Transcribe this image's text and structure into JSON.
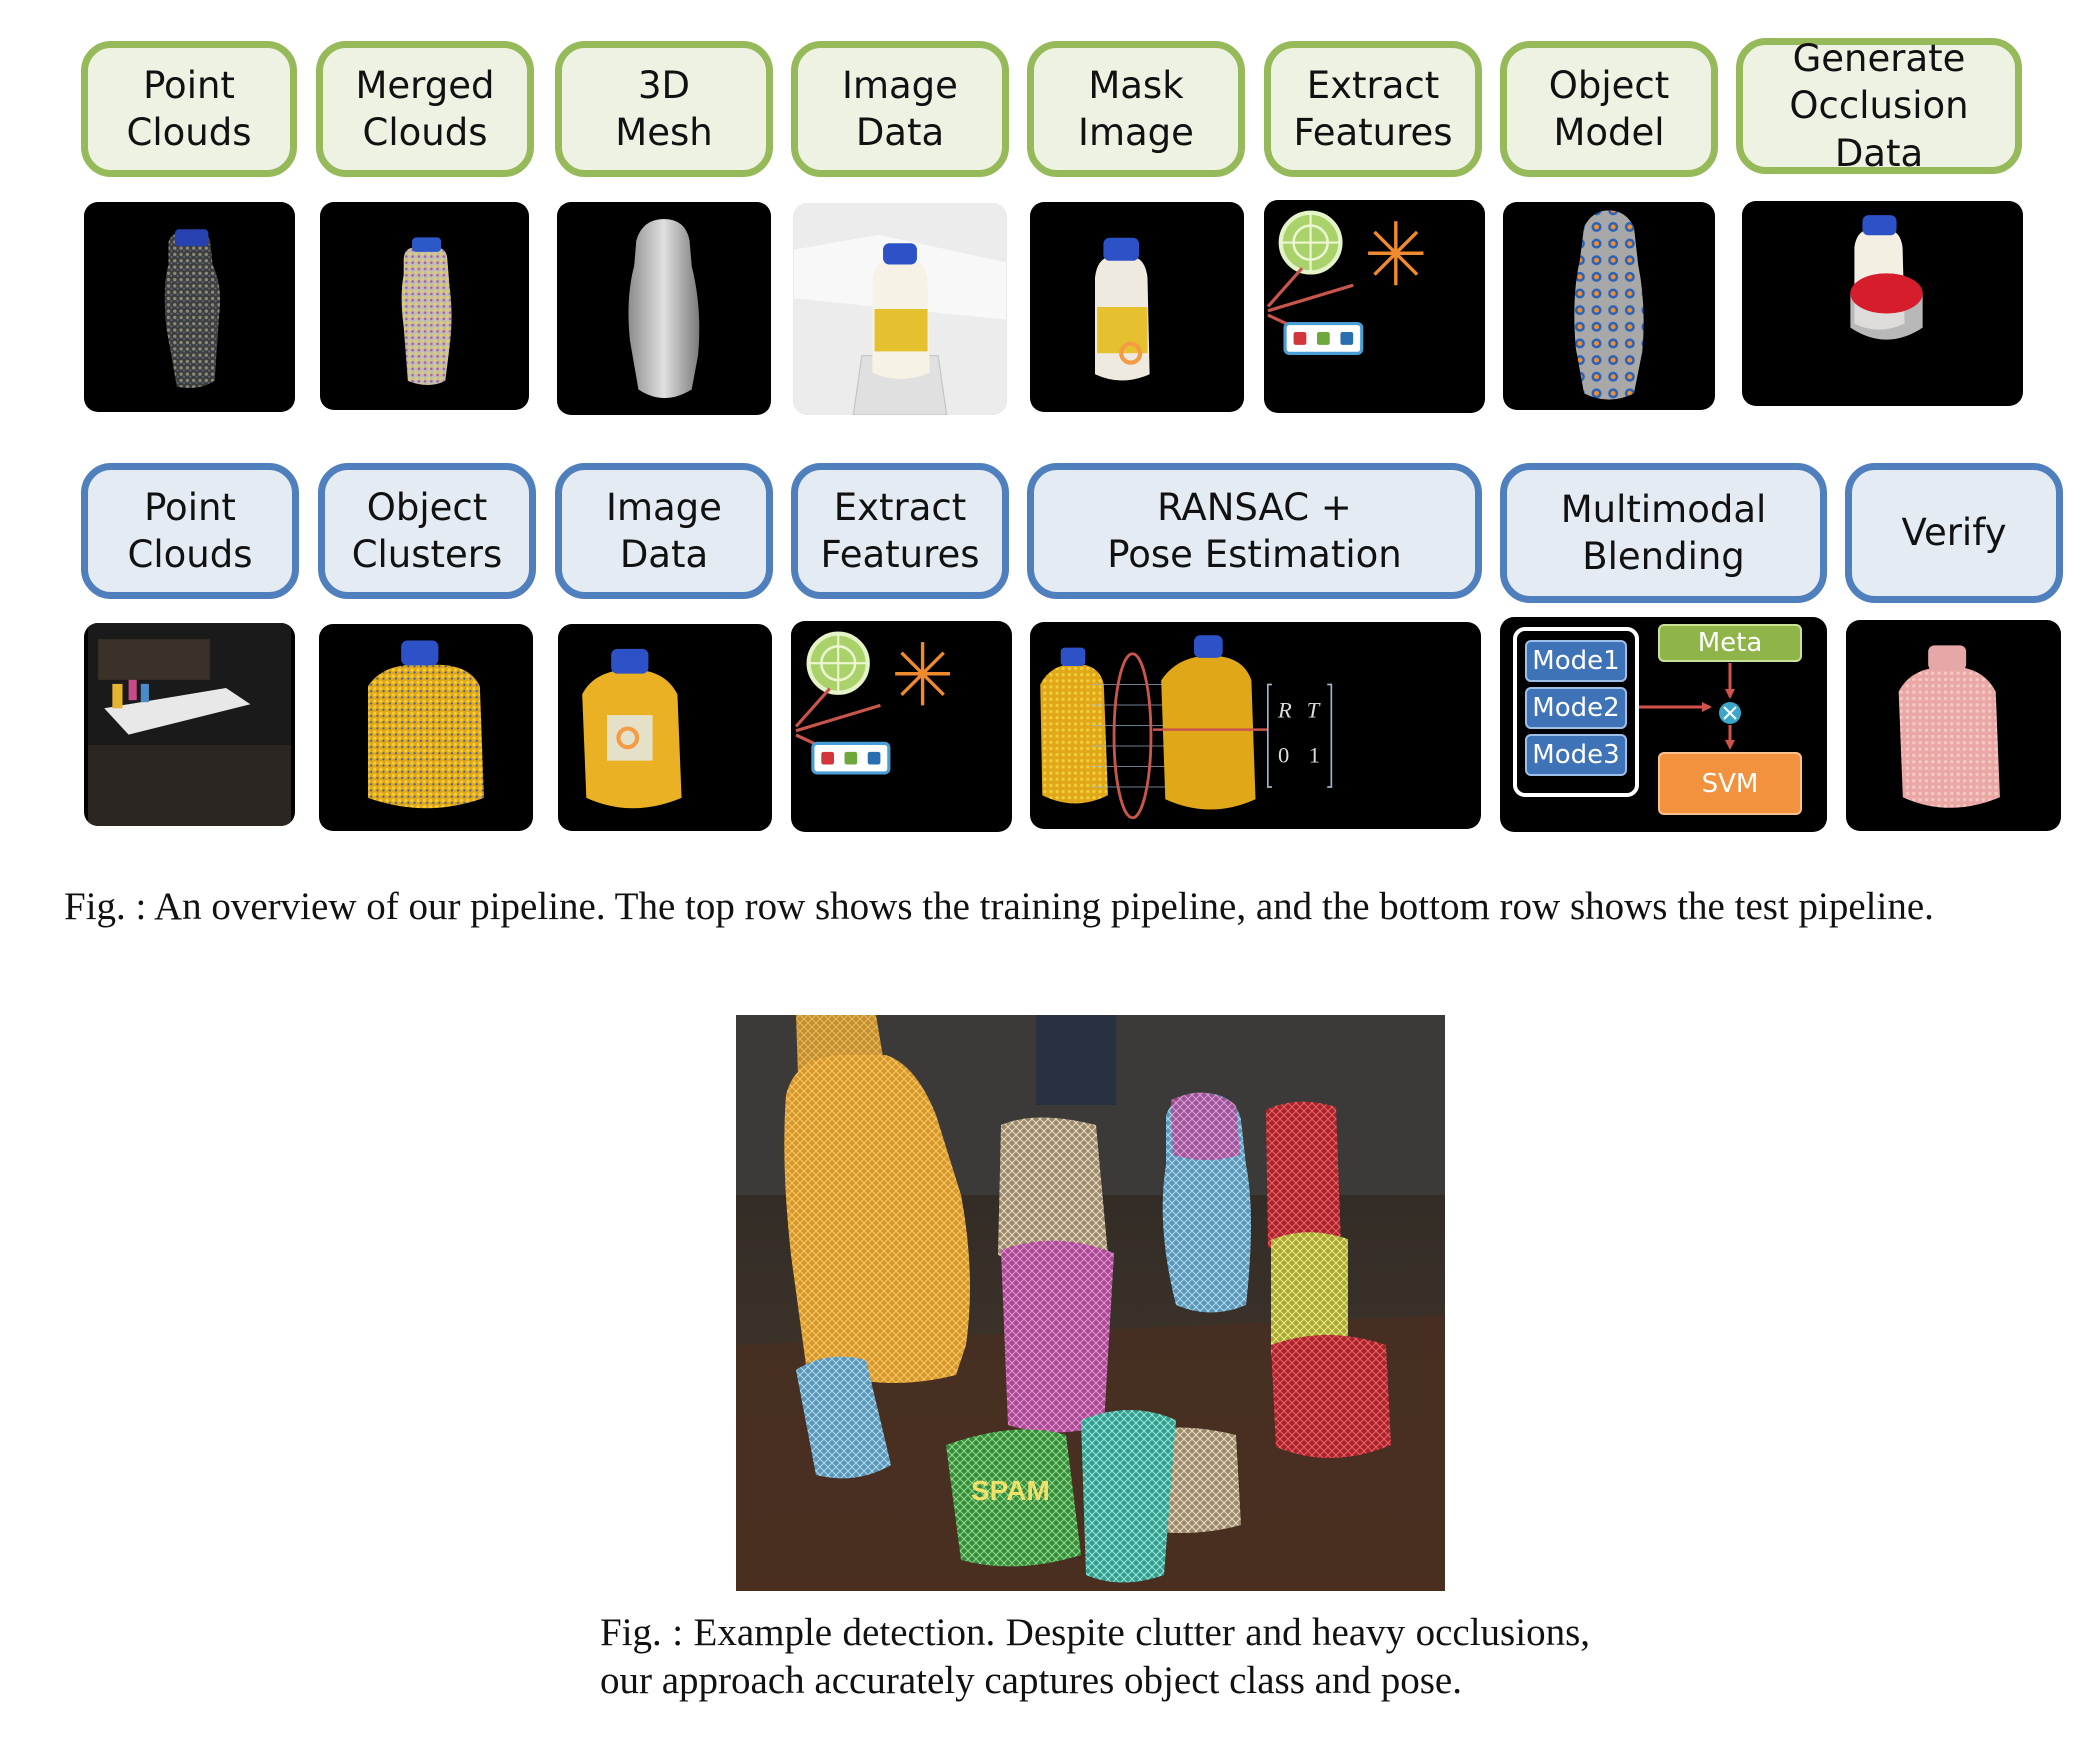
{
  "training_row": {
    "steps": [
      {
        "label": "Point\nClouds",
        "icon": "point-cloud-bottle-thumbnail"
      },
      {
        "label": "Merged\nClouds",
        "icon": "merged-cloud-bottle-thumbnail"
      },
      {
        "label": "3D\nMesh",
        "icon": "mesh-bottle-thumbnail"
      },
      {
        "label": "Image\nData",
        "icon": "bottle-photo-thumbnail"
      },
      {
        "label": "Mask\nImage",
        "icon": "masked-bottle-thumbnail"
      },
      {
        "label": "Extract\nFeatures",
        "icon": "feature-descriptors-thumbnail"
      },
      {
        "label": "Object\nModel",
        "icon": "feature-model-bottle-thumbnail"
      },
      {
        "label": "Generate\nOcclusion Data",
        "icon": "occluded-bottle-thumbnail"
      }
    ],
    "colors": {
      "border": "#96b95a",
      "fill": "#eef2e2"
    }
  },
  "test_row": {
    "steps": [
      {
        "label": "Point\nClouds",
        "icon": "cluttered-scene-thumbnail"
      },
      {
        "label": "Object\nClusters",
        "icon": "detergent-cluster-thumbnail"
      },
      {
        "label": "Image\nData",
        "icon": "detergent-photo-thumbnail"
      },
      {
        "label": "Extract\nFeatures",
        "icon": "feature-descriptors-thumbnail"
      },
      {
        "label": "RANSAC +\nPose Estimation",
        "icon": "ransac-matching-thumbnail"
      },
      {
        "label": "Multimodal\nBlending",
        "icon": "blending-diagram-thumbnail"
      },
      {
        "label": "Verify",
        "icon": "verified-detergent-thumbnail"
      }
    ],
    "colors": {
      "border": "#4f80bd",
      "fill": "#e4ebf3"
    },
    "pose_matrix": {
      "r": "R",
      "t": "T",
      "zero": "0",
      "one": "1"
    },
    "blending": {
      "modes": [
        "Mode1",
        "Mode2",
        "Mode3"
      ],
      "meta": "Meta",
      "classifier": "SVM",
      "colors": {
        "mode": "#3f73b8",
        "meta": "#8fb54a",
        "svm": "#f2913e",
        "combine": "#3aa6c8"
      }
    }
  },
  "captions": {
    "pipeline": "Fig.   : An overview of our pipeline. The top row shows the training pipeline, and the bottom row shows the test pipeline.",
    "detection": "Fig.   : Example detection. Despite clutter and heavy occlusions, our approach accurately captures object class and pose."
  },
  "detection_photo": {
    "icon": "cluttered-table-detection-photo"
  }
}
